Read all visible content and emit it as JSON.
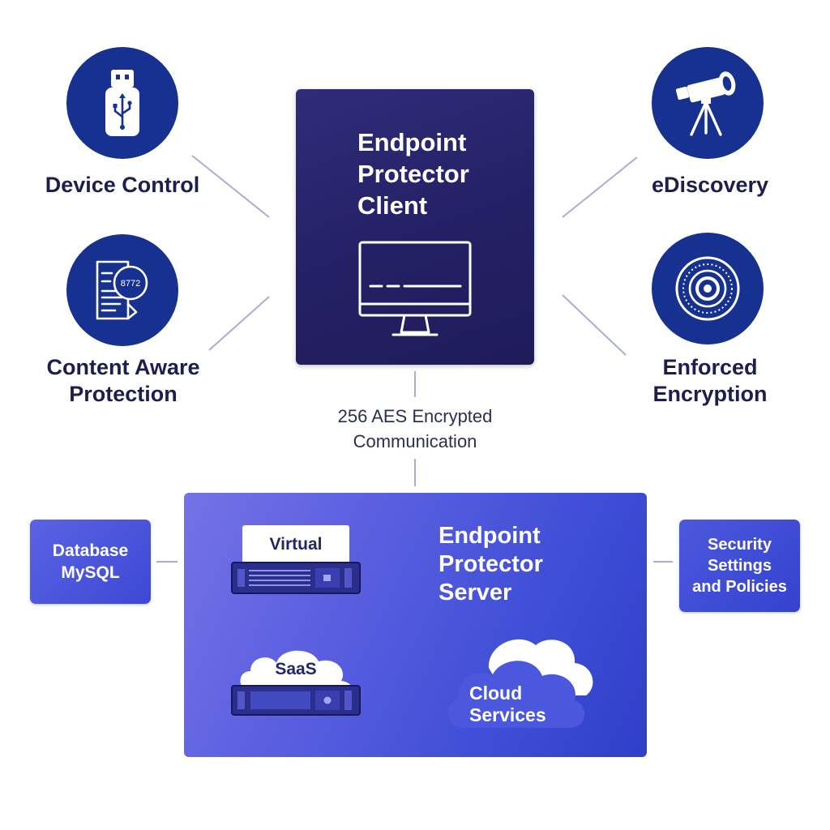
{
  "features": {
    "device_control": {
      "icon": "usb-drive-icon",
      "label": "Device Control"
    },
    "content_aware": {
      "icon": "scanned-document-icon",
      "badge": "8772",
      "label_line1": "Content Aware",
      "label_line2": "Protection"
    },
    "ediscovery": {
      "icon": "telescope-icon",
      "label": "eDiscovery"
    },
    "enforced_encryption": {
      "icon": "vault-dial-icon",
      "label_line1": "Enforced",
      "label_line2": "Encryption"
    }
  },
  "client": {
    "title_line1": "Endpoint",
    "title_line2": "Protector",
    "title_line3": "Client",
    "icon": "monitor-icon"
  },
  "communication": {
    "line1": "256 AES Encrypted",
    "line2": "Communication"
  },
  "server": {
    "title_line1": "Endpoint",
    "title_line2": "Protector",
    "title_line3": "Server",
    "virtual_label": "Virtual",
    "saas_label": "SaaS",
    "cloud_line1": "Cloud",
    "cloud_line2": "Services"
  },
  "database": {
    "line1": "Database",
    "line2": "MySQL"
  },
  "security": {
    "line1": "Security",
    "line2": "Settings",
    "line3": "and Policies"
  },
  "colors": {
    "icon_circle": "#16318f",
    "client_box": "#242065",
    "server_panel_start": "#7572e6",
    "server_panel_end": "#2f3fc8",
    "connector": "#a9acd6",
    "label_text": "#1c1f4d"
  }
}
